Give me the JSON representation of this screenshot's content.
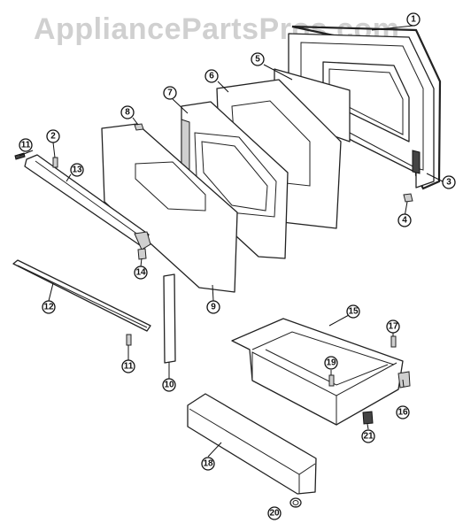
{
  "watermark": "AppliancePartsPros.com",
  "callouts": [
    "1",
    "2",
    "3",
    "4",
    "5",
    "6",
    "7",
    "8",
    "9",
    "10",
    "11",
    "12",
    "13",
    "14",
    "15",
    "16",
    "17",
    "18",
    "19",
    "20",
    "21",
    "11"
  ]
}
